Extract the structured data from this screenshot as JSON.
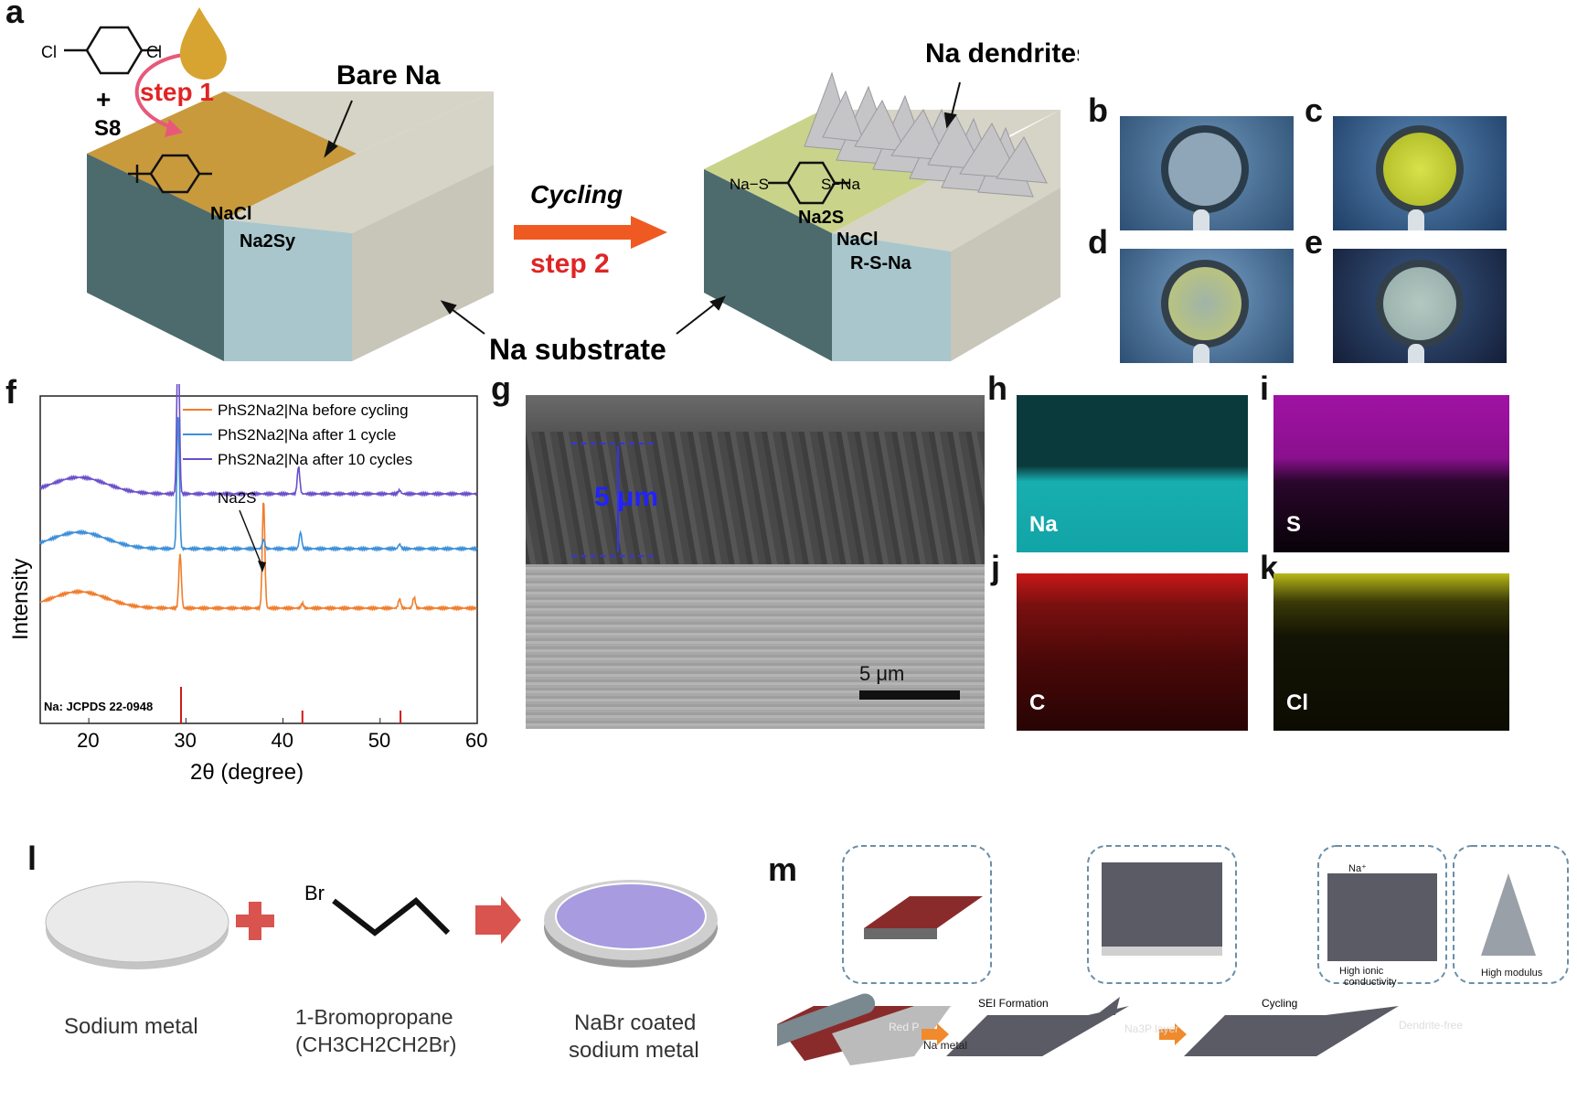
{
  "panel_labels": {
    "a": "a",
    "b": "b",
    "c": "c",
    "d": "d",
    "e": "e",
    "f": "f",
    "g": "g",
    "h": "h",
    "i": "i",
    "j": "j",
    "k": "k",
    "l": "l",
    "m": "m"
  },
  "panel_a": {
    "reagent_cl_left": "Cl",
    "reagent_cl_right": "Cl",
    "plus": "+",
    "s8": "S8",
    "step1": "step 1",
    "bare_na": "Bare Na",
    "nacl_left": "NaCl",
    "na2sy": "Na2Sy",
    "cycling": "Cycling",
    "step2": "step 2",
    "na_dendrites": "Na dendrites",
    "na_s_left": "Na−S",
    "s_na_right": "S−Na",
    "na2s": "Na2S",
    "nacl_right": "NaCl",
    "rsna": "R-S-Na",
    "na_substrate": "Na substrate",
    "colors": {
      "coating": "#c89a3c",
      "bare": "#d4d2c4",
      "side": "#4d6b6c",
      "coating_green": "#c9d38a",
      "arrow": "#ef5a22",
      "red_text": "#e02424"
    }
  },
  "panel_g": {
    "thickness_label": "5 μm",
    "scalebar_label": "5 μm"
  },
  "panel_maps": [
    {
      "element": "Na",
      "color": "#18b8b8"
    },
    {
      "element": "S",
      "color": "#b018b0"
    },
    {
      "element": "C",
      "color": "#c81818"
    },
    {
      "element": "Cl",
      "color": "#c8c818"
    }
  ],
  "panel_l": {
    "sodium_metal": "Sodium metal",
    "br": "Br",
    "bromopropane_name": "1-Bromopropane",
    "bromopropane_formula": "(CH3CH2CH2Br)",
    "nabr_line1": "NaBr coated",
    "nabr_line2": "sodium metal",
    "colors": {
      "plus": "#d9534f",
      "arrow": "#d9534f",
      "coat": "#a99be0"
    }
  },
  "panel_m": {
    "sei_formation": "SEI Formation",
    "cycling": "Cycling",
    "red_p": "Red P",
    "na_metal": "Na metal",
    "na3p_layer": "Na3P layer",
    "dendrite_free": "Dendrite-free",
    "na_plus": "Na⁺",
    "high_ionic_1": "High ionic",
    "high_ionic_2": "conductivity",
    "high_modulus": "High modulus"
  },
  "chart_data": {
    "type": "line",
    "xlabel": "2θ (degree)",
    "ylabel": "Intensity",
    "xlim": [
      15,
      60
    ],
    "xticks": [
      20,
      30,
      40,
      50,
      60
    ],
    "reference_label": "Na: JCPDS 22-0948",
    "annotation": "Na2S",
    "legend_position": "top-right",
    "series": [
      {
        "name": "PhS2Na2|Na before cycling",
        "color": "#f07d2c",
        "offset": 0,
        "peaks": [
          {
            "x": 29.4,
            "h": 0.6
          },
          {
            "x": 38.0,
            "h": 1.2
          },
          {
            "x": 42.0,
            "h": 0.05
          },
          {
            "x": 52.0,
            "h": 0.1
          },
          {
            "x": 53.5,
            "h": 0.12
          }
        ]
      },
      {
        "name": "PhS2Na2|Na after 1 cycle",
        "color": "#3d8fd8",
        "offset": 1,
        "peaks": [
          {
            "x": 29.2,
            "h": 1.5
          },
          {
            "x": 38.0,
            "h": 0.1
          },
          {
            "x": 41.8,
            "h": 0.18
          },
          {
            "x": 52.0,
            "h": 0.05
          }
        ]
      },
      {
        "name": "PhS2Na2|Na after 10 cycles",
        "color": "#6b4fc9",
        "offset": 2,
        "peaks": [
          {
            "x": 29.2,
            "h": 1.8
          },
          {
            "x": 41.6,
            "h": 0.3
          },
          {
            "x": 52.0,
            "h": 0.04
          }
        ]
      }
    ],
    "reference_peaks": [
      29.5,
      42.0,
      52.1
    ]
  }
}
